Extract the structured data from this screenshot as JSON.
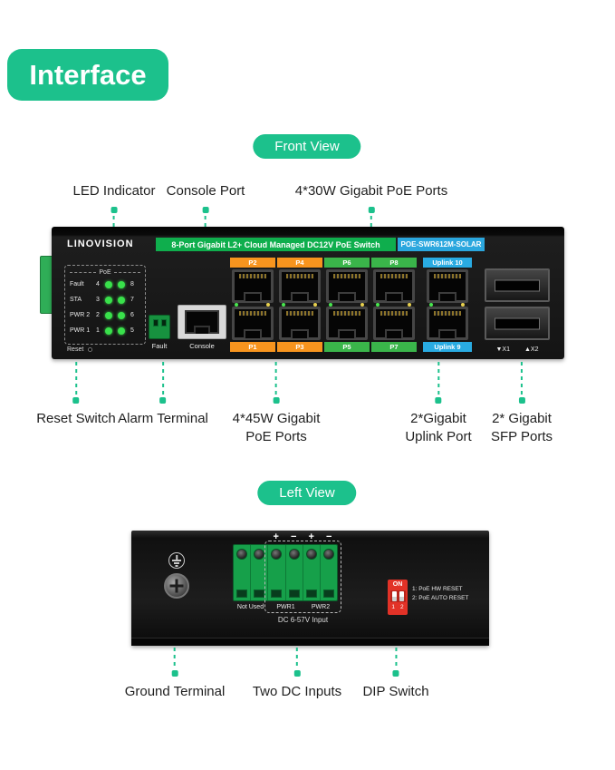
{
  "colors": {
    "accent_teal": "#1CC18C",
    "banner_green": "#0FAE4D",
    "model_blue": "#2BA7DE",
    "port_orange": "#F7941E",
    "port_green": "#3AB54A",
    "uplink_blue": "#29ABE2",
    "dip_red": "#E23227",
    "led_green": "#39E14B",
    "terminal_green": "#16A04A"
  },
  "header": {
    "title": "Interface"
  },
  "front": {
    "badge": "Front View",
    "top_callouts": [
      {
        "label": "LED Indicator"
      },
      {
        "label": "Console Port"
      },
      {
        "label": "4*30W Gigabit PoE Ports"
      }
    ],
    "bottom_callouts": [
      {
        "label": "Reset Switch"
      },
      {
        "label": "Alarm Terminal"
      },
      {
        "label": "4*45W Gigabit\nPoE Ports"
      },
      {
        "label": "2*Gigabit\nUplink Port"
      },
      {
        "label": "2* Gigabit\nSFP Ports"
      }
    ],
    "device": {
      "brand": "LINOVISION",
      "banner": "8-Port Gigabit L2+ Cloud Managed DC12V PoE Switch",
      "model": "POE-SWR612M-SOLAR",
      "led": {
        "group_label": "PoE",
        "rows": [
          {
            "name": "Fault",
            "l": "4",
            "r": "8"
          },
          {
            "name": "STA",
            "l": "3",
            "r": "7"
          },
          {
            "name": "PWR 2",
            "l": "2",
            "r": "6"
          },
          {
            "name": "PWR 1",
            "l": "1",
            "r": "5"
          }
        ],
        "reset": "Reset"
      },
      "alarm_label": "Fault",
      "console_label": "Console",
      "poe_top": [
        "P2",
        "P4",
        "P6",
        "P8"
      ],
      "poe_bottom": [
        "P1",
        "P3",
        "P5",
        "P7"
      ],
      "uplink_top": "Uplink 10",
      "uplink_bottom": "Uplink 9",
      "sfp": [
        "▼X1",
        "▲X2"
      ]
    }
  },
  "left": {
    "badge": "Left View",
    "device": {
      "signs": [
        "+",
        "−",
        "+",
        "−"
      ],
      "groups": [
        "Not Used",
        "PWR1",
        "PWR2"
      ],
      "dc_label": "DC 6-57V Input",
      "dip_on": "ON",
      "dip_nums": [
        "1",
        "2"
      ],
      "dip_notes": [
        "1: PoE HW RESET",
        "2: PoE AUTO RESET"
      ]
    },
    "bottom_callouts": [
      {
        "label": "Ground Terminal"
      },
      {
        "label": "Two DC Inputs"
      },
      {
        "label": "DIP Switch"
      }
    ]
  }
}
